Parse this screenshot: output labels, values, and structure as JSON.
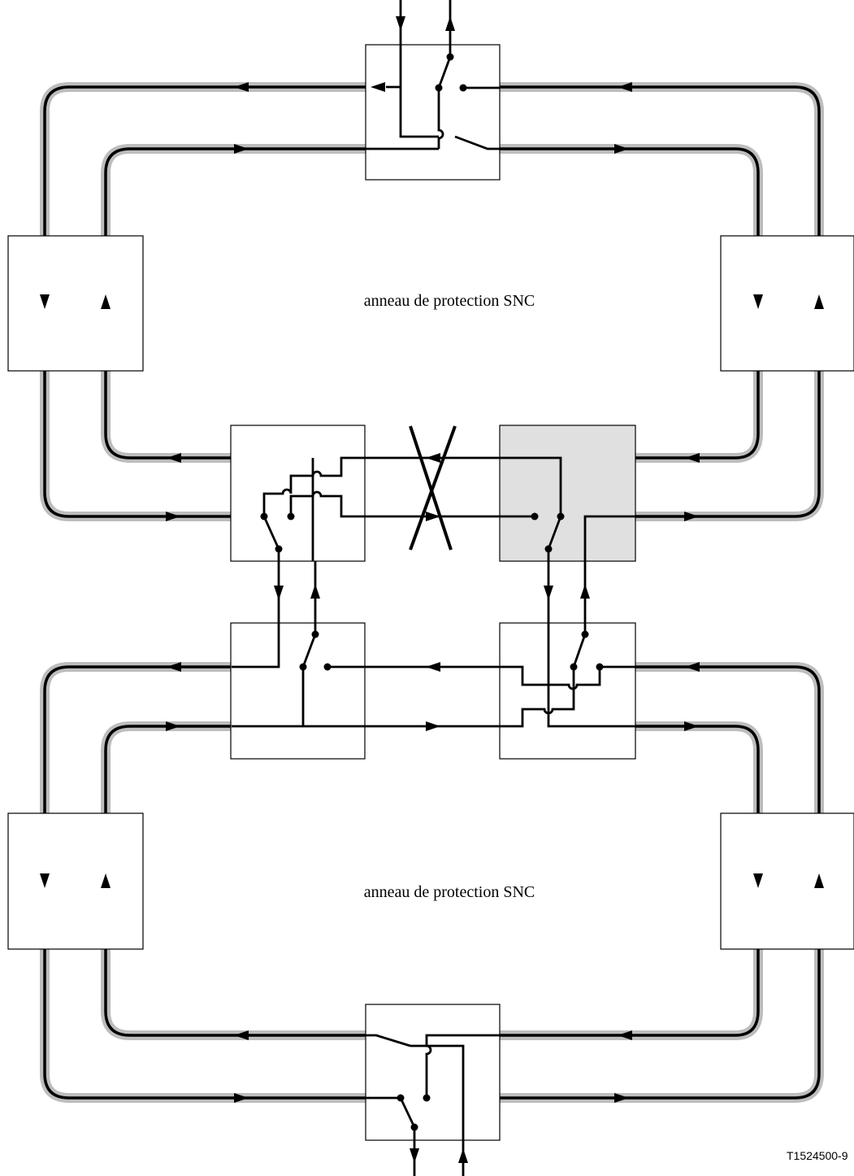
{
  "diagram": {
    "rings": [
      {
        "label": "anneau de protection SNC"
      },
      {
        "label": "anneau de protection SNC"
      }
    ],
    "figure_id": "T1524500-9",
    "colors": {
      "line": "#000000",
      "ring_halo": "#bdbdbd",
      "node_fill": "#ffffff",
      "faulty_node_fill": "#e0e0e0"
    }
  }
}
